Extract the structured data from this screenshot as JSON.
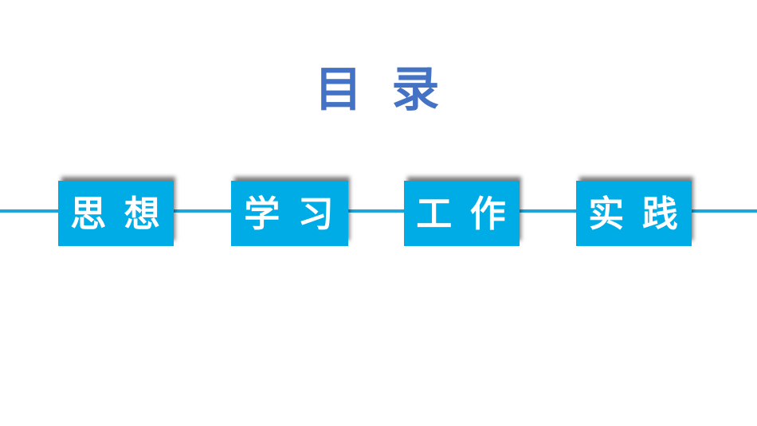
{
  "slide": {
    "title": "目 录",
    "colors": {
      "title_text": "#4472C4",
      "box_fill": "#00ACE6",
      "box_text": "#FFFFFF",
      "divider_line": "#1CA6DB",
      "background": "#FFFFFF",
      "box_shadow": "rgba(0,0,0,0.5)"
    }
  },
  "toc": {
    "items": [
      {
        "label": "思 想"
      },
      {
        "label": "学 习"
      },
      {
        "label": "工 作"
      },
      {
        "label": "实 践"
      }
    ]
  }
}
